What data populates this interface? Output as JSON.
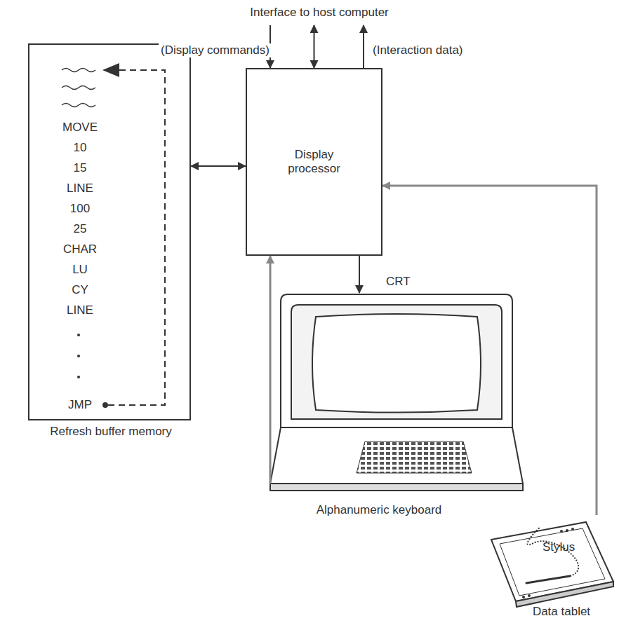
{
  "diagram": {
    "nodes": [
      {
        "text": [
          "Interface to host computer"
        ]
      },
      {
        "text": [
          "Display processor"
        ]
      },
      {
        "text": [
          "Refresh buffer memory",
          "MOVE",
          "10",
          "15",
          "LINE",
          "100",
          "25",
          "CHAR",
          "LU",
          "CY",
          "LINE",
          "JMP"
        ]
      },
      {
        "text": [
          "CRT"
        ]
      },
      {
        "text": [
          "Alphanumeric keyboard"
        ]
      },
      {
        "text": [
          "Stylus",
          "Data tablet"
        ]
      }
    ],
    "edges": [
      {
        "from": 0,
        "to": 1,
        "label": "(Display commands)",
        "arrow": "to"
      },
      {
        "from": 0,
        "to": 1,
        "arrow": "both"
      },
      {
        "from": 1,
        "to": 0,
        "label": "(Interaction data)",
        "arrow": "to"
      },
      {
        "from": 1,
        "to": 2,
        "arrow": "both"
      },
      {
        "from": 1,
        "to": 3,
        "arrow": "to"
      },
      {
        "from": 4,
        "to": 1,
        "arrow": "to"
      },
      {
        "from": 5,
        "to": 1,
        "arrow": "to"
      }
    ]
  }
}
